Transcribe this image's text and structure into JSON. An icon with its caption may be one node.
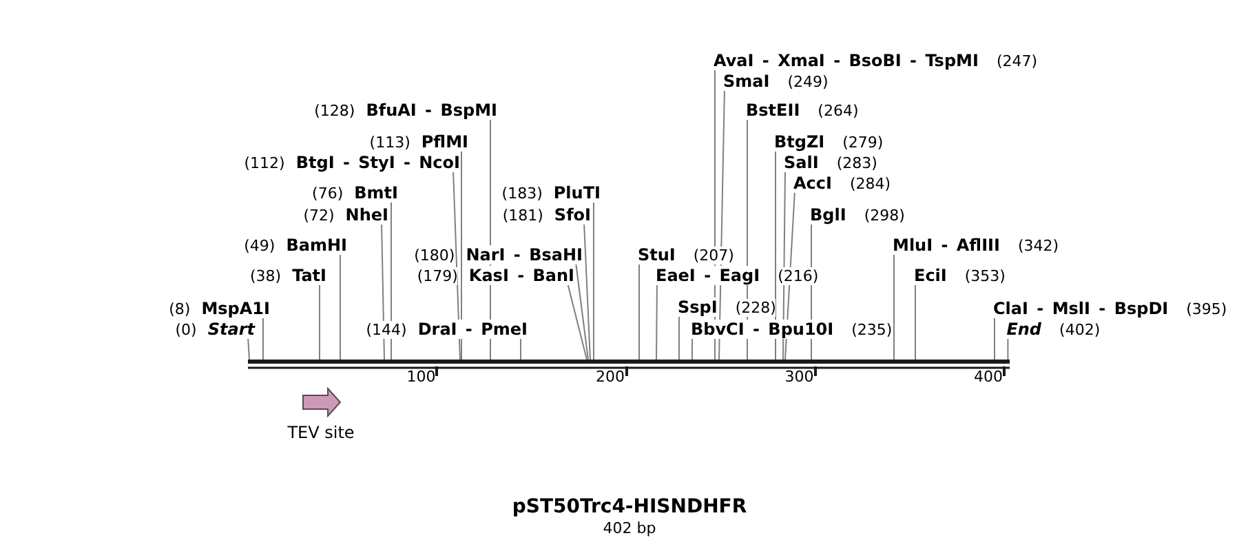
{
  "diagram": {
    "title": "pST50Trc4-HISNDHFR",
    "caption": "402 bp",
    "nodes": [
      {
        "text": [
          "(0)",
          "Start"
        ]
      },
      {
        "text": [
          "(8)",
          "MspA1I"
        ]
      },
      {
        "text": [
          "(38)",
          "TatI"
        ]
      },
      {
        "text": [
          "(49)",
          "BamHI"
        ]
      },
      {
        "text": [
          "(72)",
          "NheI"
        ]
      },
      {
        "text": [
          "(76)",
          "BmtI"
        ]
      },
      {
        "text": [
          "(112)",
          "BtgI - StyI - NcoI"
        ]
      },
      {
        "text": [
          "(113)",
          "PflMI"
        ]
      },
      {
        "text": [
          "(128)",
          "BfuAI - BspMI"
        ]
      },
      {
        "text": [
          "(144)",
          "DraI - PmeI"
        ]
      },
      {
        "text": [
          "(179)",
          "KasI - BanI"
        ]
      },
      {
        "text": [
          "(180)",
          "NarI - BsaHI"
        ]
      },
      {
        "text": [
          "(181)",
          "SfoI"
        ]
      },
      {
        "text": [
          "(183)",
          "PluTI"
        ]
      },
      {
        "text": [
          "StuI",
          "(207)"
        ]
      },
      {
        "text": [
          "EaeI - EagI",
          "(216)"
        ]
      },
      {
        "text": [
          "SspI",
          "(228)"
        ]
      },
      {
        "text": [
          "BbvCI - Bpu10I",
          "(235)"
        ]
      },
      {
        "text": [
          "AvaI - XmaI - BsoBI - TspMI",
          "(247)"
        ]
      },
      {
        "text": [
          "SmaI",
          "(249)"
        ]
      },
      {
        "text": [
          "BstEII",
          "(264)"
        ]
      },
      {
        "text": [
          "BtgZI",
          "(279)"
        ]
      },
      {
        "text": [
          "SalI",
          "(283)"
        ]
      },
      {
        "text": [
          "AccI",
          "(284)"
        ]
      },
      {
        "text": [
          "BglI",
          "(298)"
        ]
      },
      {
        "text": [
          "MluI - AflIII",
          "(342)"
        ]
      },
      {
        "text": [
          "EciI",
          "(353)"
        ]
      },
      {
        "text": [
          "ClaI - MslI - BspDI",
          "(395)"
        ]
      },
      {
        "text": [
          "End",
          "(402)"
        ]
      },
      {
        "text": [],
        "shape": "bar"
      },
      {
        "text": [
          "TEV site"
        ]
      }
    ],
    "edges": [
      {
        "from": 0,
        "to": 29,
        "arrow": "none"
      },
      {
        "from": 1,
        "to": 29,
        "arrow": "none"
      },
      {
        "from": 2,
        "to": 29,
        "arrow": "none"
      },
      {
        "from": 3,
        "to": 29,
        "arrow": "none"
      },
      {
        "from": 4,
        "to": 29,
        "arrow": "none"
      },
      {
        "from": 5,
        "to": 29,
        "arrow": "none"
      },
      {
        "from": 6,
        "to": 29,
        "arrow": "none"
      },
      {
        "from": 7,
        "to": 29,
        "arrow": "none"
      },
      {
        "from": 8,
        "to": 29,
        "arrow": "none"
      },
      {
        "from": 9,
        "to": 29,
        "arrow": "none"
      },
      {
        "from": 10,
        "to": 29,
        "arrow": "none"
      },
      {
        "from": 11,
        "to": 29,
        "arrow": "none"
      },
      {
        "from": 12,
        "to": 29,
        "arrow": "none"
      },
      {
        "from": 13,
        "to": 29,
        "arrow": "none"
      },
      {
        "from": 14,
        "to": 29,
        "arrow": "none"
      },
      {
        "from": 15,
        "to": 29,
        "arrow": "none"
      },
      {
        "from": 16,
        "to": 29,
        "arrow": "none"
      },
      {
        "from": 17,
        "to": 29,
        "arrow": "none"
      },
      {
        "from": 18,
        "to": 29,
        "arrow": "none"
      },
      {
        "from": 19,
        "to": 29,
        "arrow": "none"
      },
      {
        "from": 20,
        "to": 29,
        "arrow": "none"
      },
      {
        "from": 21,
        "to": 29,
        "arrow": "none"
      },
      {
        "from": 22,
        "to": 29,
        "arrow": "none"
      },
      {
        "from": 23,
        "to": 29,
        "arrow": "none"
      },
      {
        "from": 24,
        "to": 29,
        "arrow": "none"
      },
      {
        "from": 25,
        "to": 29,
        "arrow": "none"
      },
      {
        "from": 26,
        "to": 29,
        "arrow": "none"
      },
      {
        "from": 27,
        "to": 29,
        "arrow": "none"
      },
      {
        "from": 28,
        "to": 29,
        "arrow": "none"
      }
    ],
    "labels": [
      "100",
      "200",
      "300",
      "400"
    ]
  }
}
